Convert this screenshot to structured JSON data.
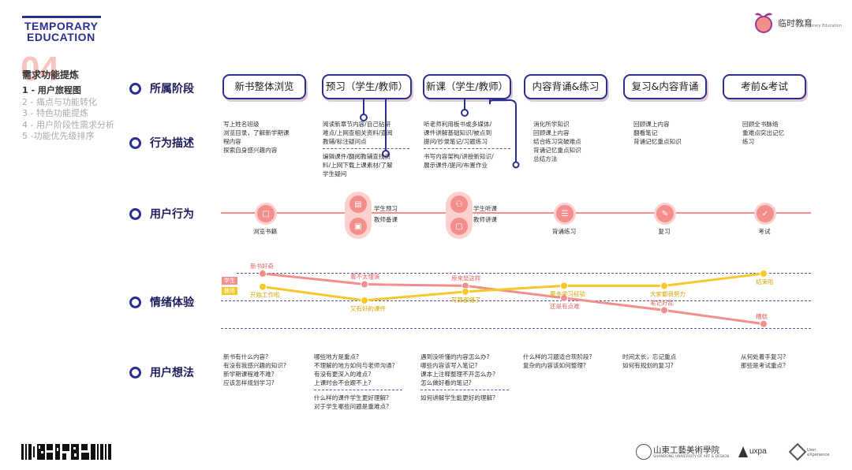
{
  "brand": {
    "line1": "TEMPORARY",
    "line2": "EDUCATION"
  },
  "top_logo": {
    "name": "临时教育",
    "sub": "Temporary Education"
  },
  "section": {
    "number": "04",
    "title": "需求功能提炼",
    "nav": [
      {
        "label": "1 - 用户旅程图",
        "active": true
      },
      {
        "label": "2 - 痛点与功能转化",
        "active": false
      },
      {
        "label": "3 - 特色功能提炼",
        "active": false
      },
      {
        "label": "4 - 用户阶段性需求分析",
        "active": false
      },
      {
        "label": "5 -功能优先级排序",
        "active": false
      }
    ]
  },
  "rows": {
    "stage": "所属阶段",
    "behavior_desc": "行为描述",
    "user_action": "用户行为",
    "emotion": "情绪体验",
    "thoughts": "用户想法"
  },
  "stages": [
    "新书整体浏览",
    "预习（学生/教师）",
    "新课（学生/教师）",
    "内容背诵&练习",
    "复习&内容背诵",
    "考前&考试"
  ],
  "descriptions": [
    {
      "a": "写上姓名班级\n浏览目录，了解新学期课\n程内容\n探索自身感兴趣内容",
      "b": ""
    },
    {
      "a": "阅读新章节内容/自己钻研\n难点/上网查相关资料/查阅\n教辅/标注疑问点",
      "b": "编辑课件/翻阅教辅查找资\n料/上网下载上课素材/了解\n学生疑问"
    },
    {
      "a": "听老师利用板书或多媒体/\n课件讲解基础知识/被点到\n提问/抄录笔记/习题练习",
      "b": "书写内容架构/讲授新知识/\n展示课件/提问/布置作业"
    },
    {
      "a": "消化所学知识\n回顾课上内容\n结合练习突破难点\n背诵记忆重点知识\n总结方法",
      "b": ""
    },
    {
      "a": "回顾课上内容\n翻看笔记\n背诵记忆重点知识",
      "b": ""
    },
    {
      "a": "回顾全书脉络\n重难点突出记忆\n练习",
      "b": ""
    }
  ],
  "actions": {
    "browse": "浏览书籍",
    "student_preview": "学生预习",
    "teacher_prepare": "教师备课",
    "student_listen": "学生听课",
    "teacher_lecture": "教师讲课",
    "recite": "背诵练习",
    "review": "复习",
    "exam": "考试"
  },
  "emotion": {
    "legend_student": "学生",
    "legend_teacher": "教师",
    "colors": {
      "student": "#f28e8b",
      "teacher": "#f6c829",
      "line": "#f28e8b",
      "accent": "#2b2f8f"
    },
    "student_points": [
      {
        "label": "新书好奇",
        "level": 0.55
      },
      {
        "label": "看不太懂诶",
        "level": 0.33
      },
      {
        "label": "原来是这样",
        "level": 0.3
      },
      {
        "label": "还是有点难",
        "level": 0.05
      },
      {
        "label": "笔记好乱",
        "level": -0.2
      },
      {
        "label": "糟糕",
        "level": -0.48
      }
    ],
    "teacher_points": [
      {
        "label": "开始工作啦",
        "level": 0.28
      },
      {
        "label": "又有好的课件",
        "level": 0.0
      },
      {
        "label": "可算都懂了",
        "level": 0.18
      },
      {
        "label": "要多学习经验",
        "level": 0.3
      },
      {
        "label": "大家都很努力",
        "level": 0.3
      },
      {
        "label": "结束啦",
        "level": 0.55
      }
    ]
  },
  "thoughts": [
    {
      "a": "新书有什么内容?\n有没有我感兴趣的知识?\n新学期课程难不难?\n应该怎样规划学习?",
      "b": ""
    },
    {
      "a": "哪些地方是重点?\n不理解的地方如何与老师沟通?\n有没有更深入的难点?\n上课时会不会跟不上?",
      "b": "什么样的课件学生更好理解?\n对于学生哪些问题是重难点?"
    },
    {
      "a": "遇到没听懂的内容怎么办?\n哪些内容该写入笔记?\n课本上注释整理不开怎么办?\n怎么做好看的笔记?",
      "b": "如何讲解学生能更好的理解?"
    },
    {
      "a": "什么样的习题适合现阶段?\n复杂的内容该如何整理?",
      "b": ""
    },
    {
      "a": "时间太长，忘记重点\n如何有规划的复习?",
      "b": ""
    },
    {
      "a": "从何处着手复习?\n那些是考试重点?",
      "b": ""
    }
  ],
  "footer": {
    "school": "山東工藝美術學院",
    "school_en": "SHANDONG UNIVERSITY OF ART & DESIGN",
    "uxpa": "uxpa",
    "ux": "User eXperience"
  }
}
